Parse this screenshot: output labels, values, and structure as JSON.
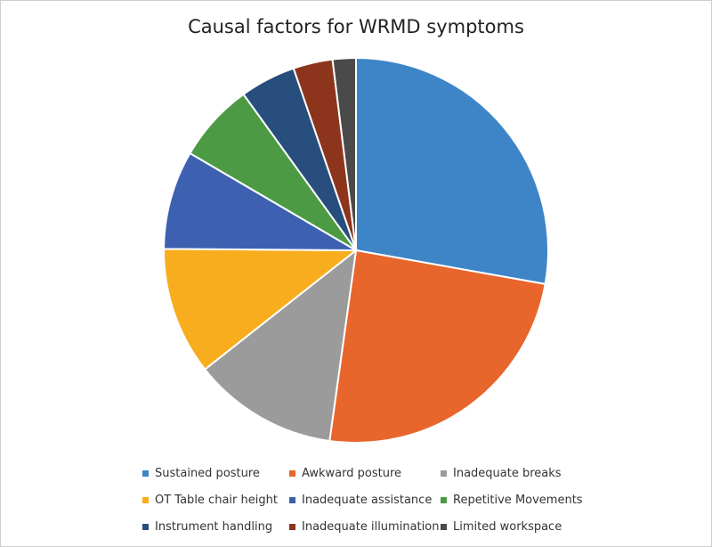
{
  "chart_data": {
    "type": "pie",
    "title": "Causal factors for WRMD symptoms",
    "legend_position": "bottom",
    "slices": [
      {
        "label": "Sustained posture",
        "value": 28.5,
        "color": "#3e85c8"
      },
      {
        "label": "Awkward posture",
        "value": 25.0,
        "color": "#e8652b"
      },
      {
        "label": "Inadequate breaks",
        "value": 12.5,
        "color": "#9b9b9b"
      },
      {
        "label": "OT Table chair height",
        "value": 11.0,
        "color": "#f7ad1d"
      },
      {
        "label": "Inadequate assistance",
        "value": 8.5,
        "color": "#3d61b0"
      },
      {
        "label": "Repetitive Movements",
        "value": 6.8,
        "color": "#4c9a44"
      },
      {
        "label": "Instrument handling",
        "value": 4.8,
        "color": "#274e7c"
      },
      {
        "label": "Inadequate illumination",
        "value": 3.4,
        "color": "#8d341d"
      },
      {
        "label": "Limited workspace",
        "value": 2.0,
        "color": "#4a4a4a"
      }
    ]
  }
}
